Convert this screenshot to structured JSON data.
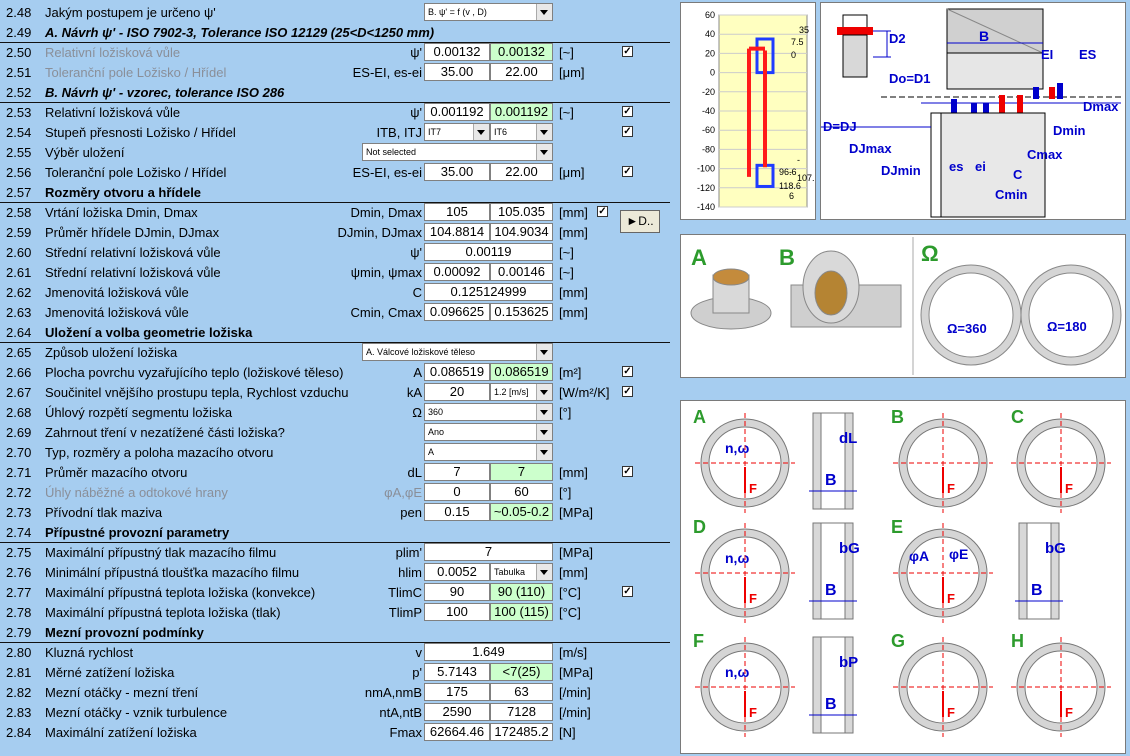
{
  "rows": [
    {
      "num": "2.48",
      "label": "Jakým postupem je určeno ψ'",
      "style": "",
      "sym": "",
      "v1": "",
      "v2": "",
      "unit": "",
      "select": "B. ψ' = f (v , D)"
    },
    {
      "num": "2.49",
      "label": "A. Návrh ψ' - ISO 7902-3, Tolerance ISO 12129 (25<D<1250 mm)",
      "style": "bi",
      "sym": "",
      "v1": "",
      "v2": "",
      "unit": ""
    },
    {
      "num": "2.50",
      "label": "Relativní ložisková vůle",
      "style": "grey",
      "sym": "ψ'",
      "v1": "0.00132",
      "v2": "0.00132",
      "unit": "[~]",
      "check": true
    },
    {
      "num": "2.51",
      "label": "Toleranční pole Ložisko / Hřídel",
      "style": "grey",
      "sym": "ES-EI, es-ei",
      "v1": "35.00",
      "v2": "22.00",
      "unit": "[μm]"
    },
    {
      "num": "2.52",
      "label": "B. Návrh ψ' - vzorec, tolerance ISO 286",
      "style": "bi",
      "sym": "",
      "v1": "",
      "v2": "",
      "unit": ""
    },
    {
      "num": "2.53",
      "label": "Relativní ložisková vůle",
      "style": "",
      "sym": "ψ'",
      "v1": "0.001192",
      "v2": "0.001192",
      "unit": "[~]",
      "check": true
    },
    {
      "num": "2.54",
      "label": "Stupeň přesnosti Ložisko / Hřídel",
      "style": "",
      "sym": "ITB, ITJ",
      "sel1": "IT7",
      "sel2": "IT6",
      "unit": "",
      "check": true
    },
    {
      "num": "2.55",
      "label": "Výběr uložení",
      "style": "",
      "sym": "",
      "select": "Not selected",
      "unit": ""
    },
    {
      "num": "2.56",
      "label": "Toleranční pole Ložisko / Hřídel",
      "style": "",
      "sym": "ES-EI, es-ei",
      "v1": "35.00",
      "v2": "22.00",
      "unit": "[μm]",
      "check": true
    },
    {
      "num": "2.57",
      "label": "Rozměry otvoru a hřídele",
      "style": "bold",
      "sym": "",
      "unit": ""
    },
    {
      "num": "2.58",
      "label": "Vrtání ložiska Dmin, Dmax",
      "style": "",
      "sym": "Dmin, Dmax",
      "v1": "105",
      "v2": "105.035",
      "unit": "[mm]",
      "check": true
    },
    {
      "num": "2.59",
      "label": "Průměr hřídele DJmin, DJmax",
      "style": "",
      "sym": "DJmin, DJmax",
      "v1": "104.8814",
      "v2": "104.9034",
      "unit": "[mm]"
    },
    {
      "num": "2.60",
      "label": "Střední relativní ložisková vůle",
      "style": "",
      "sym": "ψ'",
      "vw": "0.00119",
      "unit": "[~]"
    },
    {
      "num": "2.61",
      "label": "Střední relativní ložisková vůle",
      "style": "",
      "sym": "ψmin, ψmax",
      "v1": "0.00092",
      "v2": "0.00146",
      "unit": "[~]"
    },
    {
      "num": "2.62",
      "label": "Jmenovitá ložisková vůle",
      "style": "",
      "sym": "C",
      "vw": "0.125124999",
      "unit": "[mm]"
    },
    {
      "num": "2.63",
      "label": "Jmenovitá ložisková vůle",
      "style": "",
      "sym": "Cmin, Cmax",
      "v1": "0.096625",
      "v2": "0.153625",
      "unit": "[mm]"
    },
    {
      "num": "2.64",
      "label": "Uložení a volba geometrie ložiska",
      "style": "bold",
      "sym": "",
      "unit": ""
    },
    {
      "num": "2.65",
      "label": "Způsob uložení ložiska",
      "style": "",
      "sym": "",
      "select": "A. Válcové ložiskové těleso",
      "unit": ""
    },
    {
      "num": "2.66",
      "label": "Plocha povrchu vyzařujícího teplo (ložiskové těleso)",
      "style": "",
      "sym": "A",
      "v1": "0.086519",
      "v2": "0.086519",
      "unit": "[m²]",
      "check": true,
      "green2": true
    },
    {
      "num": "2.67",
      "label": "Součinitel vnějšího prostupu tepla, Rychlost vzduchu",
      "style": "",
      "sym": "kA",
      "v1": "20",
      "sel2": "1.2 [m/s]",
      "unit": "[W/m²/K]",
      "check": true
    },
    {
      "num": "2.68",
      "label": "Úhlový rozpětí segmentu ložiska",
      "style": "",
      "sym": "Ω",
      "select": "360",
      "unit": "[°]"
    },
    {
      "num": "2.69",
      "label": "Zahrnout tření v nezatížené části ložiska?",
      "style": "",
      "sym": "",
      "select": "Ano",
      "unit": ""
    },
    {
      "num": "2.70",
      "label": "Typ, rozměry a poloha mazacího otvoru",
      "style": "",
      "sym": "",
      "select": "A",
      "unit": ""
    },
    {
      "num": "2.71",
      "label": "Průměr mazacího otvoru",
      "style": "",
      "sym": "dL",
      "v1": "7",
      "v2": "7",
      "unit": "[mm]",
      "check": true,
      "green2": true
    },
    {
      "num": "2.72",
      "label": "Úhly náběžné a odtokové hrany",
      "style": "grey",
      "sym": "φA,φE",
      "v1": "0",
      "v2": "60",
      "unit": "[°]",
      "symgrey": true
    },
    {
      "num": "2.73",
      "label": "Přívodní tlak maziva",
      "style": "",
      "sym": "pen",
      "v1": "0.15",
      "v2": "~0.05-0.2",
      "unit": "[MPa]",
      "green2": true
    },
    {
      "num": "2.74",
      "label": "Přípustné provozní parametry",
      "style": "bold",
      "sym": "",
      "unit": ""
    },
    {
      "num": "2.75",
      "label": "Maximální přípustný tlak mazacího filmu",
      "style": "",
      "sym": "plim'",
      "vw": "7",
      "unit": "[MPa]"
    },
    {
      "num": "2.76",
      "label": "Minimální přípustná tloušťka mazacího filmu",
      "style": "",
      "sym": "hlim",
      "v1": "0.0052",
      "sel2": "Tabulka",
      "unit": "[mm]"
    },
    {
      "num": "2.77",
      "label": "Maximální přípustná teplota ložiska (konvekce)",
      "style": "",
      "sym": "TlimC",
      "v1": "90",
      "v2": "90 (110)",
      "unit": "[°C]",
      "check": true,
      "green2": true
    },
    {
      "num": "2.78",
      "label": "Maximální přípustná teplota ložiska (tlak)",
      "style": "",
      "sym": "TlimP",
      "v1": "100",
      "v2": "100 (115)",
      "unit": "[°C]",
      "green2": true
    },
    {
      "num": "2.79",
      "label": "Mezní provozní podmínky",
      "style": "bold",
      "sym": "",
      "unit": ""
    },
    {
      "num": "2.80",
      "label": "Kluzná rychlost",
      "style": "",
      "sym": "v",
      "vw": "1.649",
      "unit": "[m/s]"
    },
    {
      "num": "2.81",
      "label": "Měrné zatížení ložiska",
      "style": "",
      "sym": "p'",
      "v1": "5.7143",
      "v2": "<7(25)",
      "unit": "[MPa]",
      "green2": true
    },
    {
      "num": "2.82",
      "label": "Mezní otáčky - mezní tření",
      "style": "",
      "sym": "nmA,nmB",
      "v1": "175",
      "v2": "63",
      "unit": "[/min]"
    },
    {
      "num": "2.83",
      "label": "Mezní otáčky - vznik turbulence",
      "style": "",
      "sym": "ntA,ntB",
      "v1": "2590",
      "v2": "7128",
      "unit": "[/min]"
    },
    {
      "num": "2.84",
      "label": "Maximální zatížení ložiska",
      "style": "",
      "sym": "Fmax",
      "v1": "62664.46",
      "v2": "172485.2",
      "unit": "[N]"
    }
  ],
  "button": {
    "label": "►D.."
  },
  "chart_data": {
    "type": "bar",
    "yticks": [
      "60",
      "40",
      "20",
      "0",
      "-20",
      "-40",
      "-60",
      "-80",
      "-100",
      "-120",
      "-140"
    ],
    "ylim": [
      -140,
      60
    ],
    "labels": {
      "top1": "35",
      "top2": "7.5",
      "top3": "0",
      "bot1": "-",
      "bot2": "-",
      "bot3": "96.6",
      "bot4": "107.",
      "bot5": "118.6",
      "bot6": "6"
    },
    "bearing": {
      "lower": 0,
      "upper": 35
    },
    "shaft": {
      "lower": -118.6,
      "upper": -96.6
    }
  },
  "diagram_tol": {
    "D2": "D2",
    "B": "B",
    "EI": "EI",
    "ES": "ES",
    "DoD1": "Do=D1",
    "Dmax": "Dmax",
    "DDJ": "D=DJ",
    "Dmin": "Dmin",
    "DJmax": "DJmax",
    "Cmax": "Cmax",
    "DJmin": "DJmin",
    "es": "es",
    "ei": "ei",
    "C": "C",
    "Cmin": "Cmin"
  },
  "diagram_housing": {
    "A": "A",
    "B": "B",
    "Omega": "Ω",
    "o360": "Ω=360",
    "o180": "Ω=180"
  },
  "diagram_holes": {
    "A": "A",
    "B": "B",
    "C": "C",
    "D": "D",
    "E": "E",
    "F": "F",
    "G": "G",
    "H": "H",
    "nw": "n,ω",
    "dL": "dL",
    "bG": "bG",
    "bP": "bP",
    "Bw": "B",
    "Fl": "F",
    "phiA": "φA",
    "phiE": "φE"
  }
}
